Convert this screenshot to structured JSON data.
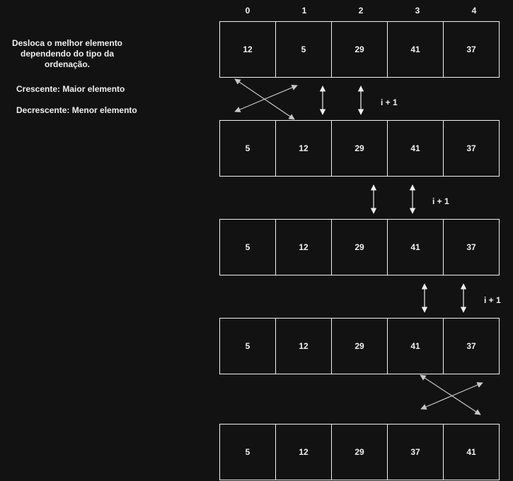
{
  "notes": {
    "description": "Desloca o melhor elemento dependendo do tipo da ordenação.",
    "ascending": "Crescente: Maior elemento",
    "descending": "Decrescente: Menor elemento"
  },
  "indices": [
    "0",
    "1",
    "2",
    "3",
    "4"
  ],
  "rows": [
    [
      "12",
      "5",
      "29",
      "41",
      "37"
    ],
    [
      "5",
      "12",
      "29",
      "41",
      "37"
    ],
    [
      "5",
      "12",
      "29",
      "41",
      "37"
    ],
    [
      "5",
      "12",
      "29",
      "41",
      "37"
    ],
    [
      "5",
      "12",
      "29",
      "37",
      "41"
    ]
  ],
  "step_labels": [
    "i + 1",
    "i + 1",
    "i + 1"
  ],
  "colors": {
    "background": "#121212",
    "stroke": "#f0f0f0",
    "swap_arrow": "#c8c8c8"
  }
}
